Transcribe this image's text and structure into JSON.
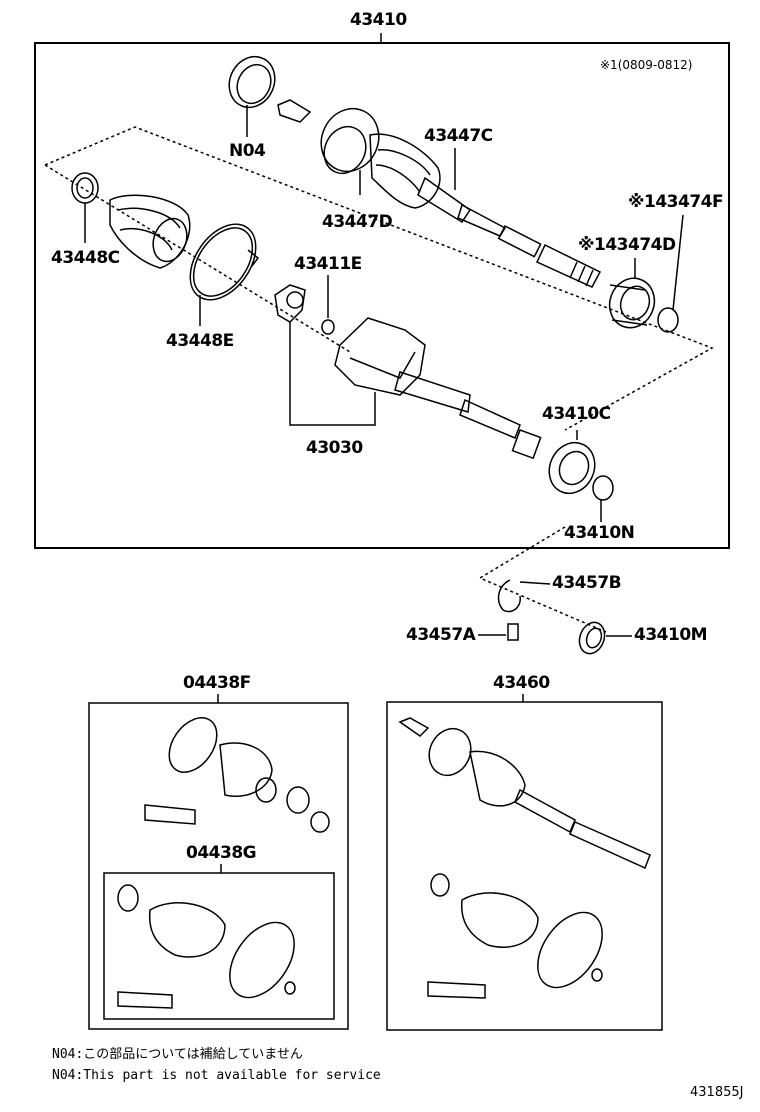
{
  "assembly": {
    "main": "43410",
    "range_note": "※1(0809-0812)",
    "parts": {
      "n04": "N04",
      "p43447C": "43447C",
      "p43447D": "43447D",
      "p43474F": "※143474F",
      "p43474D": "※143474D",
      "p43448C": "43448C",
      "p43411E": "43411E",
      "p43448E": "43448E",
      "p43030": "43030",
      "p43410C": "43410C",
      "p43410N": "43410N",
      "p43457B": "43457B",
      "p43457A": "43457A",
      "p43410M": "43410M"
    }
  },
  "kits": {
    "k04438F": "04438F",
    "k04438G": "04438G",
    "k43460": "43460"
  },
  "notes": {
    "jp": "N04:この部品については補給していません",
    "en": "N04:This part is not available for service"
  },
  "diagram_code": "431855J"
}
